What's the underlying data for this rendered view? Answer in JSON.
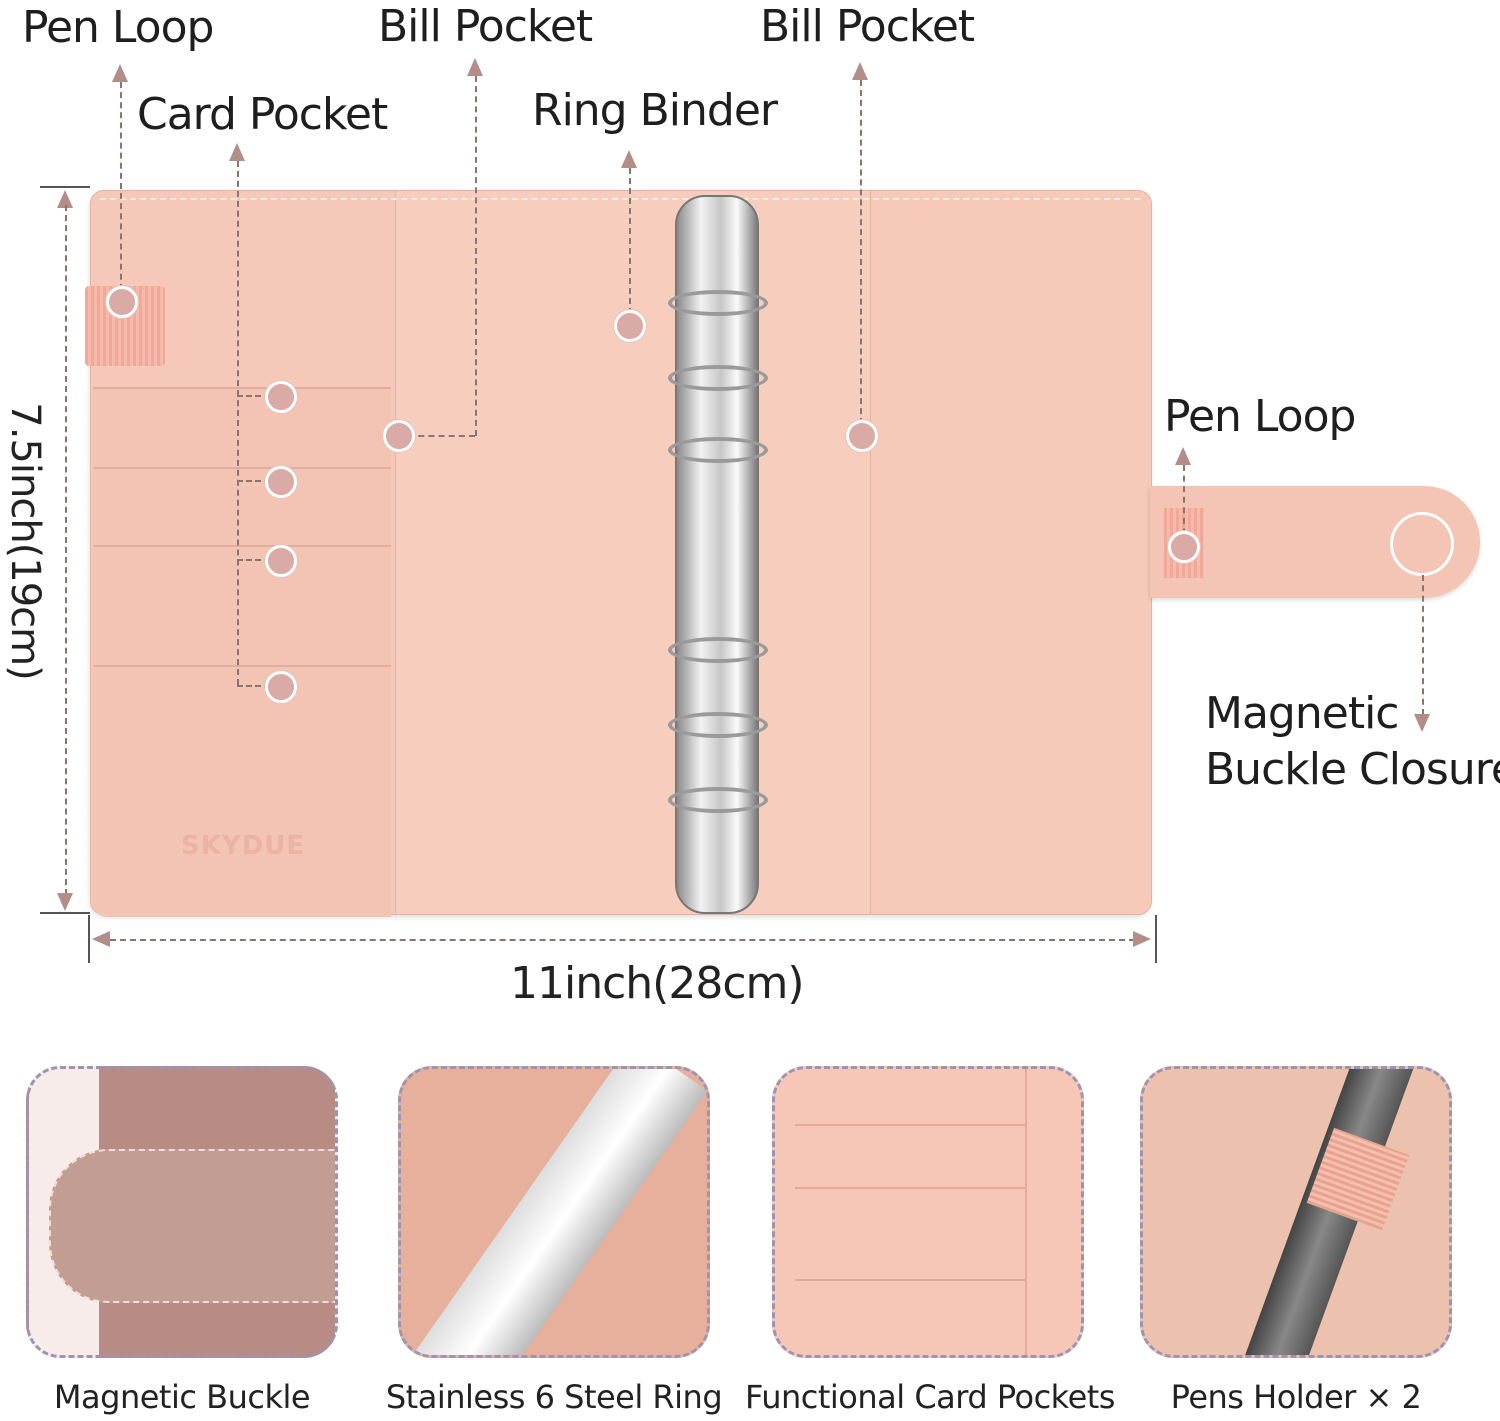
{
  "callouts": {
    "pen_loop_left": "Pen  Loop",
    "card_pocket": "Card Pocket",
    "bill_pocket_left": "Bill Pocket",
    "ring_binder": "Ring Binder",
    "bill_pocket_right": "Bill Pocket",
    "pen_loop_right": "Pen  Loop",
    "magnetic_closure_line1": "Magnetic",
    "magnetic_closure_line2": "Buckle Closure"
  },
  "dimensions": {
    "height": "7.5inch(19cm)",
    "width": "11inch(28cm)"
  },
  "brand_emboss": "SKYDUE",
  "features": [
    {
      "caption": "Magnetic Buckle"
    },
    {
      "caption": "Stainless 6 Steel Ring"
    },
    {
      "caption": "Functional Card Pockets"
    },
    {
      "caption": "Pens Holder × 2"
    }
  ],
  "colors": {
    "leather": "#f5c7b7",
    "accent_line": "#8a7470",
    "frame_dash": "#9d93b3"
  }
}
